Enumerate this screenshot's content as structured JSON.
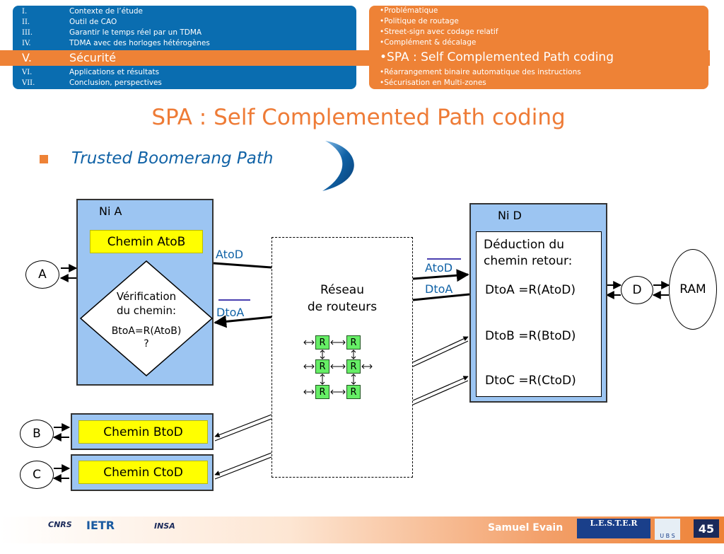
{
  "nav": {
    "left_items": [
      {
        "num": "I.",
        "label": "Contexte de l’étude"
      },
      {
        "num": "II.",
        "label": "Outil de CAO"
      },
      {
        "num": "III.",
        "label": "Garantir le temps réel par un TDMA"
      },
      {
        "num": "IV.",
        "label": "TDMA avec des horloges hétérogènes"
      },
      {
        "num": "V.",
        "label": "Sécurité"
      },
      {
        "num": "VI.",
        "label": "Applications et résultats"
      },
      {
        "num": "VII.",
        "label": "Conclusion, perspectives"
      }
    ],
    "right_items": [
      "•Problématique",
      "•Politique de routage",
      "•Street-sign avec codage relatif",
      "•Complément & décalage",
      "•SPA : Self Complemented Path coding",
      "•Réarrangement binaire automatique des instructions",
      "•Sécurisation en Multi-zones"
    ],
    "colors": {
      "left_panel": "#0a6db0",
      "right_panel": "#ee8236"
    }
  },
  "slide": {
    "title": "SPA : Self Complemented Path coding",
    "bullet": "Trusted Boomerang Path"
  },
  "diagram": {
    "ni_a": {
      "title": "Ni A",
      "path_box": "Chemin AtoB",
      "decision_line1": "Vérification",
      "decision_line2": "du chemin:",
      "decision_line3": "BtoA=R(AtoB)",
      "decision_line4": "?"
    },
    "nodes": {
      "a": "A",
      "b": "B",
      "c": "C",
      "d": "D",
      "ram": "RAM"
    },
    "path_b": "Chemin BtoD",
    "path_c": "Chemin CtoD",
    "network": {
      "line1": "Réseau",
      "line2": "de routeurs",
      "router": "R"
    },
    "links": {
      "atod_left": "AtoD",
      "dtoa_left": "DtoA",
      "atod_right": "AtoD",
      "dtoa_right": "DtoA"
    },
    "ni_d": {
      "title": "Ni D",
      "deduction_line1": "Déduction du",
      "deduction_line2": "chemin retour:",
      "eq1": "DtoA =R(AtoD)",
      "eq2": "DtoB =R(BtoD)",
      "eq3": "DtoC =R(CtoD)"
    }
  },
  "footer": {
    "author": "Samuel Evain",
    "page_number": "45",
    "logos": {
      "cnrs": "CNRS",
      "ietr": "IETR",
      "insa": "INSA",
      "lester": "L.E.S.T.E.R",
      "ubs": "U B S"
    }
  }
}
